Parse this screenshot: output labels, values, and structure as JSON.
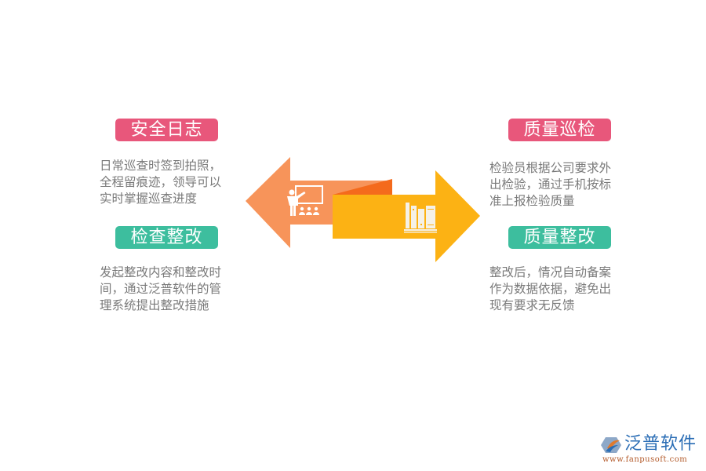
{
  "left": {
    "top_block": {
      "title": "安全日志",
      "color": "#E8577B",
      "lines": [
        "日常巡查时签到拍照，",
        "全程留痕迹，领导可以",
        "实时掌握巡查进度"
      ]
    },
    "bottom_block": {
      "title": "检查整改",
      "color": "#3DBE9E",
      "lines": [
        "发起整改内容和整改时",
        "间，通过泛普软件的管",
        "理系统提出整改措施"
      ]
    }
  },
  "right": {
    "top_block": {
      "title": "质量巡检",
      "color": "#E8577B",
      "lines": [
        "检验员根据公司要求外",
        "出检验，通过手机按标",
        "准上报检验质量"
      ]
    },
    "bottom_block": {
      "title": "质量整改",
      "color": "#3DBE9E",
      "lines": [
        "整改后，情况自动备案",
        "作为数据依据，避免出",
        "现有要求无反馈"
      ]
    }
  },
  "center": {
    "left_arrow": {
      "color": "#F7945A",
      "fold_color": "#F46A1C",
      "icon": "teacher-presentation-icon"
    },
    "right_arrow": {
      "color": "#FCB214",
      "icon": "books-shelf-icon"
    }
  },
  "brand": {
    "name": "泛普软件",
    "url": "www.fanpusoft.com"
  }
}
